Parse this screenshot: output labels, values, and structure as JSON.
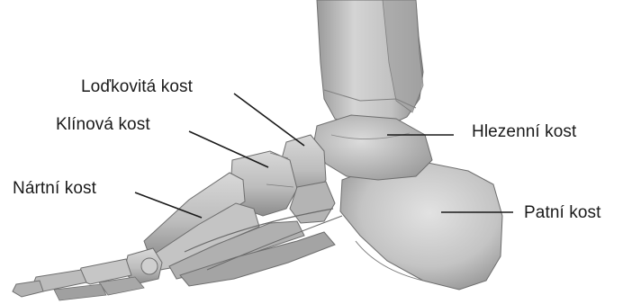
{
  "labels": {
    "navicular": "Loďkovitá kost",
    "cuneiform": "Klínová kost",
    "metatarsal": "Nártní kost",
    "talus": "Hlezenní kost",
    "calcaneus": "Patní kost"
  },
  "colors": {
    "bone_light": "#d6d6d6",
    "bone_mid": "#b8b8b8",
    "bone_dark": "#8f8f8f",
    "outline": "#6e6e6e",
    "leader": "#1a1a1a",
    "text": "#1a1a1a"
  }
}
